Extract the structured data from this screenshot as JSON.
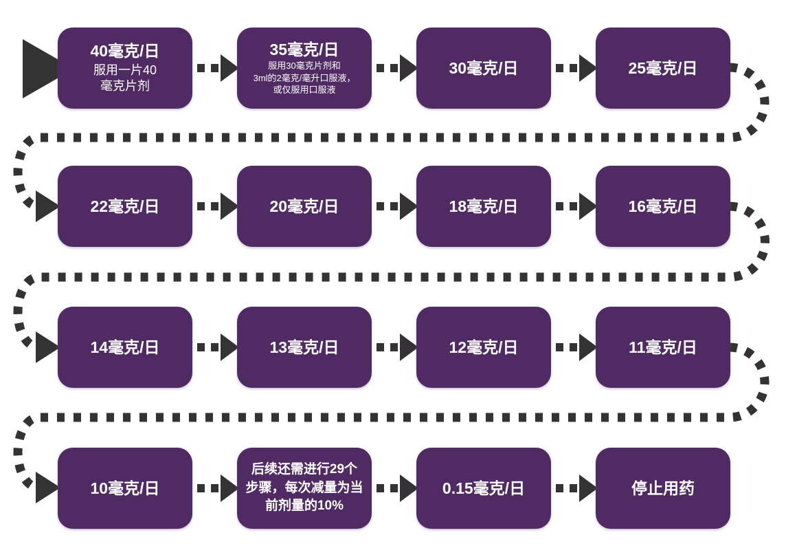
{
  "colors": {
    "box_fill": "#4f2a63",
    "connector": "#333333",
    "text": "#ffffff",
    "background": "#ffffff"
  },
  "rows": [
    {
      "boxes": [
        {
          "title": "40毫克/日",
          "subtitle_lines": [
            "服用一片40",
            "毫克片剂"
          ]
        },
        {
          "title": "35毫克/日",
          "subtitle_lines": [
            "服用30毫克片剂和",
            "3ml的2毫克/毫升口服液，",
            "或仅服用口服液"
          ]
        },
        {
          "title": "30毫克/日"
        },
        {
          "title": "25毫克/日"
        }
      ]
    },
    {
      "boxes": [
        {
          "title": "22毫克/日"
        },
        {
          "title": "20毫克/日"
        },
        {
          "title": "18毫克/日"
        },
        {
          "title": "16毫克/日"
        }
      ]
    },
    {
      "boxes": [
        {
          "title": "14毫克/日"
        },
        {
          "title": "13毫克/日"
        },
        {
          "title": "12毫克/日"
        },
        {
          "title": "11毫克/日"
        }
      ]
    },
    {
      "boxes": [
        {
          "title": "10毫克/日"
        },
        {
          "title_lines": [
            "后续还需进行29个",
            "步骤，每次减量为当",
            "前剂量的10%"
          ]
        },
        {
          "title": "0.15毫克/日"
        },
        {
          "title": "停止用药"
        }
      ]
    }
  ]
}
